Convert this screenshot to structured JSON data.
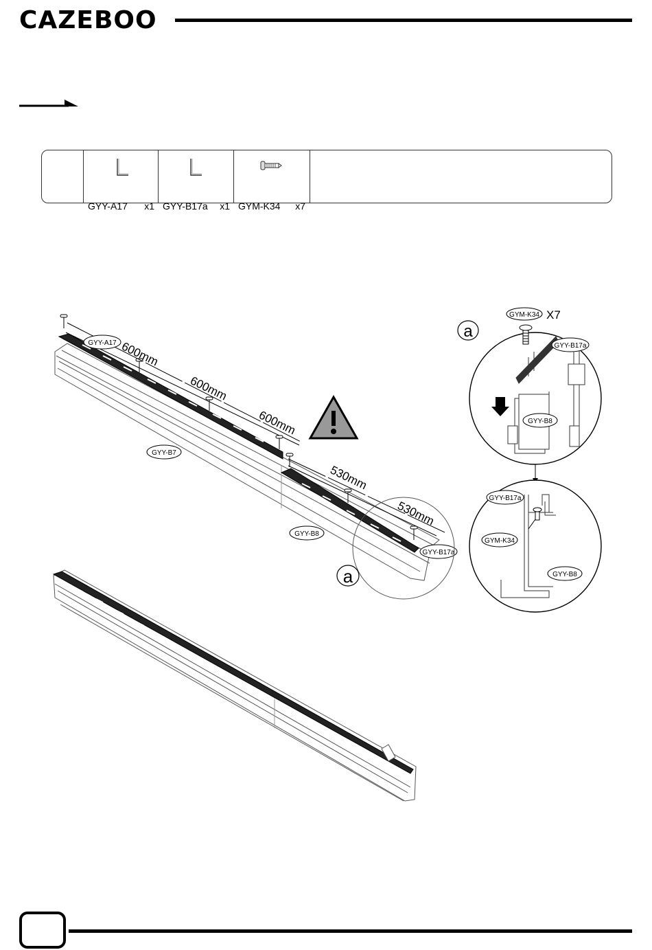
{
  "header": {
    "brand": "CAZEBOO"
  },
  "parts_table": {
    "items": [
      {
        "code": "GYY-A17",
        "qty": "x1",
        "icon": "angle-bracket-icon"
      },
      {
        "code": "GYY-B17a",
        "qty": "x1",
        "icon": "angle-bracket-icon"
      },
      {
        "code": "GYM-K34",
        "qty": "x7",
        "icon": "screw-icon"
      }
    ]
  },
  "diagram": {
    "labels": {
      "a17": "GYY-A17",
      "b7": "GYY-B7",
      "b8": "GYY-B8",
      "b17a": "GYY-B17a",
      "k34": "GYM-K34",
      "detail_marker": "a",
      "k34_count": "X7"
    },
    "dimensions": [
      "600mm",
      "600mm",
      "600mm",
      "530mm",
      "530mm"
    ],
    "warning_icon": "warning-triangle-icon",
    "colors": {
      "ink": "#000000",
      "line": "#555555",
      "warning_fill": "#999999"
    }
  }
}
